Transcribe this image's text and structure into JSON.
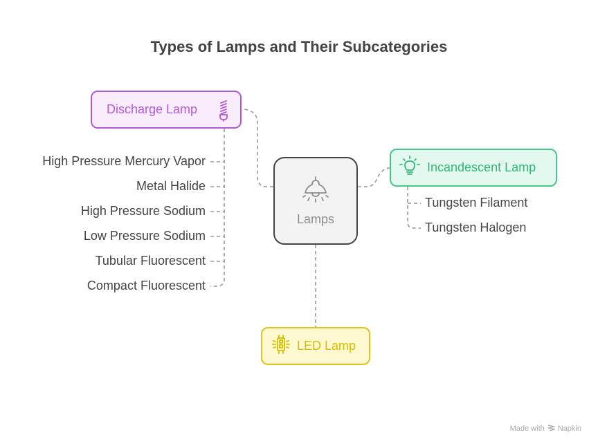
{
  "title": "Types of Lamps and Their Subcategories",
  "center": {
    "label": "Lamps",
    "icon": "lamp-icon"
  },
  "categories": {
    "discharge": {
      "label": "Discharge Lamp",
      "icon": "spiral-bulb-icon",
      "color": "#b35ad9",
      "subcategories": [
        "High Pressure Mercury Vapor",
        "Metal Halide",
        "High Pressure Sodium",
        "Low Pressure Sodium",
        "Tubular Fluorescent",
        "Compact Fluorescent"
      ]
    },
    "incandescent": {
      "label": "Incandescent Lamp",
      "icon": "lightbulb-icon",
      "color": "#2fb873",
      "subcategories": [
        "Tungsten Filament",
        "Tungsten Halogen"
      ]
    },
    "led": {
      "label": "LED Lamp",
      "icon": "led-chip-icon",
      "color": "#d6bd00",
      "subcategories": []
    }
  },
  "footer": {
    "text_before": "Made with",
    "brand": "Napkin",
    "icon": "napkin-logo-icon"
  }
}
